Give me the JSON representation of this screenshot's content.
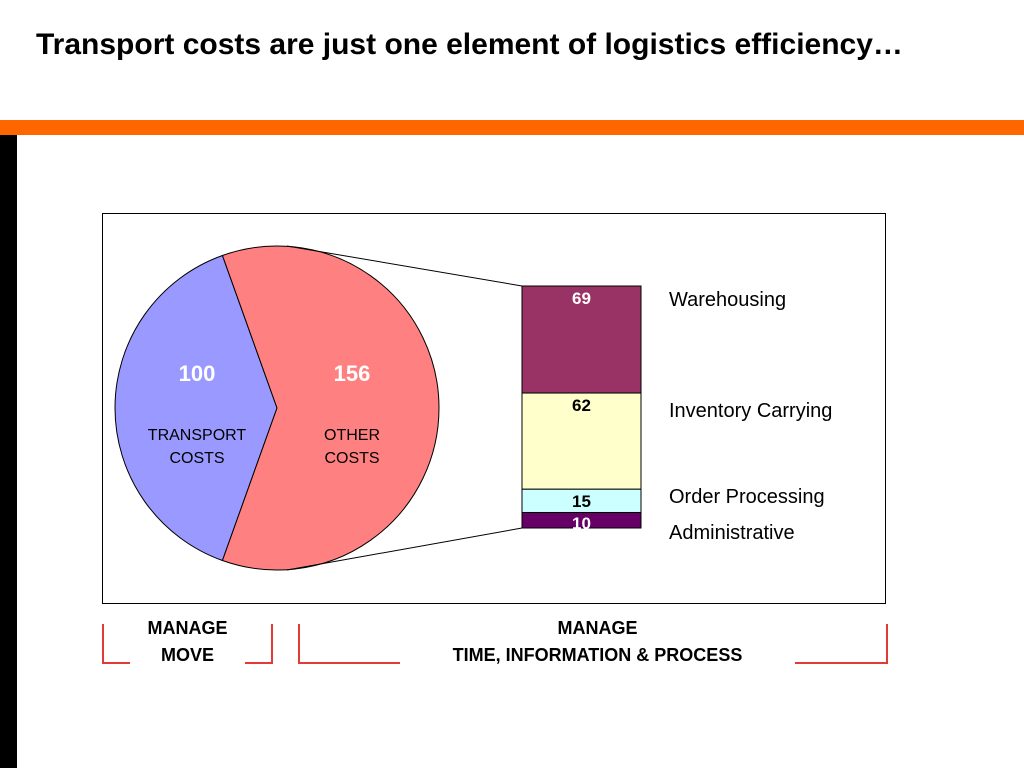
{
  "slide": {
    "title": "Transport costs are just one element of logistics efficiency…",
    "colors": {
      "accent": "#FF6600",
      "left_bar": "#000000",
      "bracket": "#E53935"
    }
  },
  "chart_data": [
    {
      "type": "pie",
      "values": [
        100,
        156
      ],
      "value_labels": [
        "100",
        "156"
      ],
      "slice_labels": [
        [
          "TRANSPORT",
          "COSTS"
        ],
        [
          "OTHER",
          "COSTS"
        ]
      ],
      "colors": [
        "#9999FF",
        "#FF8080"
      ],
      "exploded": "none"
    },
    {
      "type": "bar",
      "stacked": true,
      "breakdown_of": "OTHER COSTS",
      "categories": [
        "Warehousing",
        "Inventory Carrying",
        "Order Processing",
        "Administrative"
      ],
      "values": [
        69,
        62,
        15,
        10
      ],
      "colors": [
        "#993366",
        "#FFFFCC",
        "#CCFFFF",
        "#660066"
      ],
      "label_colors": [
        "#FFFFFF",
        "#000000",
        "#000000",
        "#FFFFFF"
      ]
    }
  ],
  "brackets": {
    "left": {
      "line1": "MANAGE",
      "line2": "MOVE"
    },
    "right": {
      "line1": "MANAGE",
      "line2": "TIME, INFORMATION & PROCESS"
    }
  }
}
